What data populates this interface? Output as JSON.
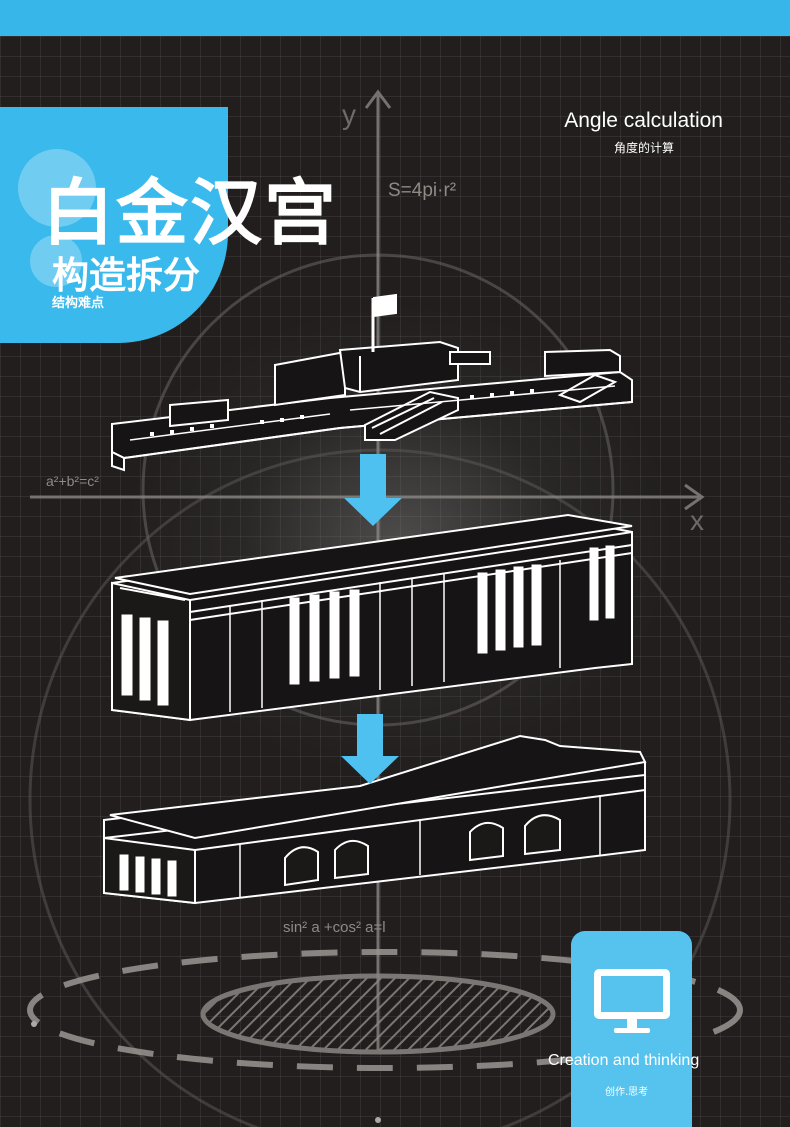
{
  "header": {
    "title": "白金汉宫",
    "subtitle": "构造拆分",
    "caption": "结构难点"
  },
  "angle": {
    "label_en": "Angle calculation",
    "label_cn": "角度的计算"
  },
  "axes": {
    "y": "y",
    "x": "x"
  },
  "formulas": {
    "sphere": "S=4pi·r²",
    "pythagoras": "a²+b²=c²",
    "trig": "sin² a +cos² a=l"
  },
  "card": {
    "label_en": "Creation and thinking",
    "label_cn": "创作.思考",
    "icon": "monitor-icon"
  },
  "colors": {
    "accent": "#37b6ea",
    "background": "#211e1d",
    "arrow": "#4fc1f0"
  }
}
